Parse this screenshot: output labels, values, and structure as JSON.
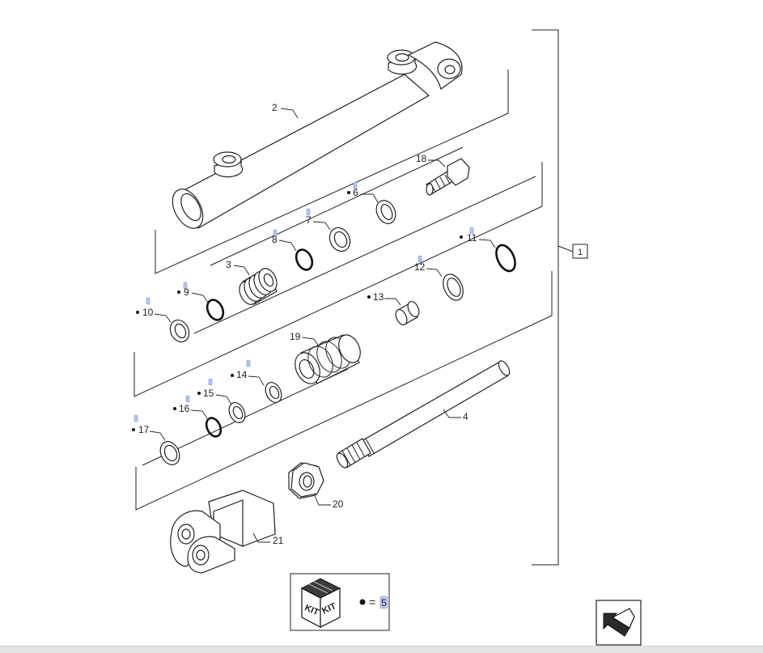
{
  "diagram": {
    "assembly_ref": "1",
    "kit_legend": {
      "kit_word": "KIT",
      "equals": "=",
      "kit_ref": "5"
    },
    "callouts": {
      "c2": "2",
      "c3": "3",
      "c4": "4",
      "c6": "6",
      "c7": "7",
      "c8": "8",
      "c9": "9",
      "c10": "10",
      "c11": "11",
      "c12": "12",
      "c13": "13",
      "c14": "14",
      "c15": "15",
      "c16": "16",
      "c17": "17",
      "c18": "18",
      "c19": "19",
      "c20": "20",
      "c21": "21"
    },
    "nav_button_icon": "arrow-back-icon"
  }
}
